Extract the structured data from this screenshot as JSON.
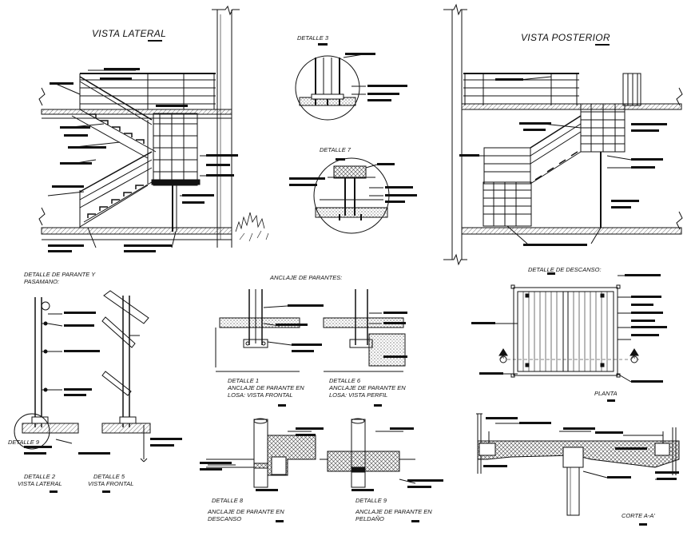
{
  "titles": {
    "vista_lateral": "VISTA LATERAL",
    "vista_posterior": "VISTA POSTERIOR",
    "detalle_3": "DETALLE 3",
    "detalle_7": "DETALLE 7",
    "detalle_parante_line1": "DETALLE DE PARANTE Y",
    "detalle_parante_line2": "PASAMANO:",
    "anclaje_parantes": "ANCLAJE DE PARANTES:",
    "detalle_descanso": "DETALLE DE DESCANSO:",
    "detalle_9_mark": "DETALLE 9",
    "detalle_2_line1": "DETALLE 2",
    "detalle_2_line2": "VISTA LATERAL",
    "detalle_5_line1": "DETALLE 5",
    "detalle_5_line2": "VISTA FRONTAL",
    "detalle_1_line1": "DETALLE 1",
    "detalle_1_line2": "ANCLAJE DE PARANTE EN",
    "detalle_1_line3": "LOSA: VISTA FRONTAL",
    "detalle_6_line1": "DETALLE 6",
    "detalle_6_line2": "ANCLAJE DE PARANTE EN",
    "detalle_6_line3": "LOSA: VISTA PERFIL",
    "detalle_8_line1": "DETALLE 8",
    "detalle_8_line2": "ANCLAJE DE PARANTE EN",
    "detalle_8_line3": "DESCANSO",
    "detalle_9b_line1": "DETALLE 9",
    "detalle_9b_line2": "ANCLAJE DE PARANTE EN",
    "detalle_9b_line3": "PELDAÑO",
    "planta": "PLANTA",
    "corte": "CORTE A-A'",
    "section_mark_left": "A",
    "section_mark_right": "A"
  },
  "colors": {
    "ink": "#111111",
    "hatch": "#555555",
    "paper": "#ffffff"
  }
}
